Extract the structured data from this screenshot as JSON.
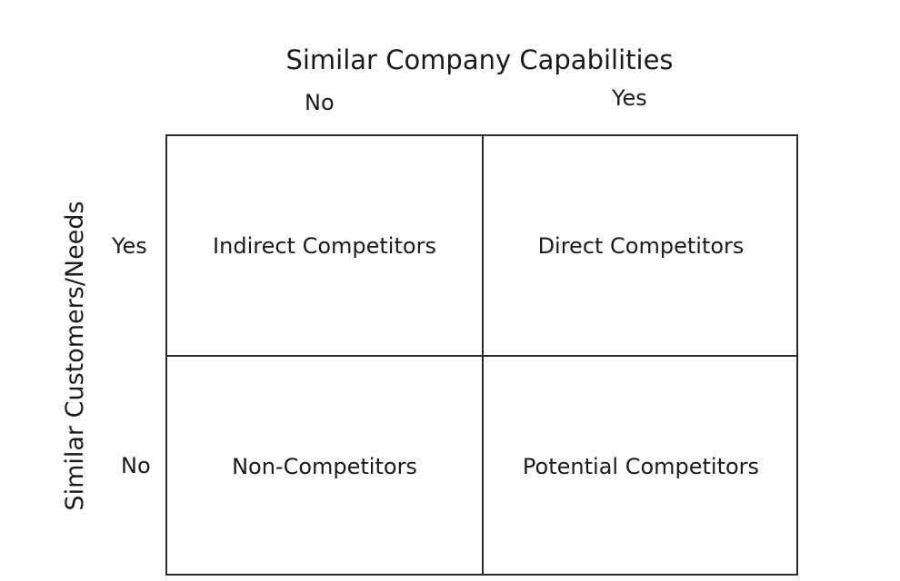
{
  "diagram": {
    "x_axis": {
      "title": "Similar Company Capabilities",
      "ticks": [
        "No",
        "Yes"
      ]
    },
    "y_axis": {
      "title": "Similar Customers/Needs",
      "ticks": [
        "Yes",
        "No"
      ]
    },
    "cells": {
      "top_left": "Indirect Competitors",
      "top_right": "Direct Competitors",
      "bottom_left": "Non-Competitors",
      "bottom_right": "Potential Competitors"
    }
  }
}
